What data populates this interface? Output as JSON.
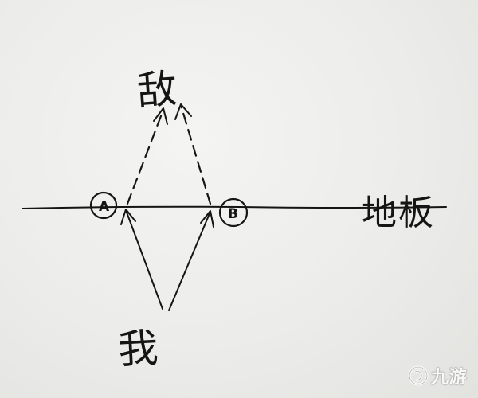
{
  "diagram": {
    "enemy_label": "敌",
    "floor_label": "地板",
    "me_label": "我",
    "point_a_label": "A",
    "point_b_label": "B"
  },
  "watermark": {
    "text": "九游",
    "logo_icon": "nine-game-logo-icon"
  },
  "colors": {
    "ink": "#151515",
    "paper": "#ececea"
  }
}
